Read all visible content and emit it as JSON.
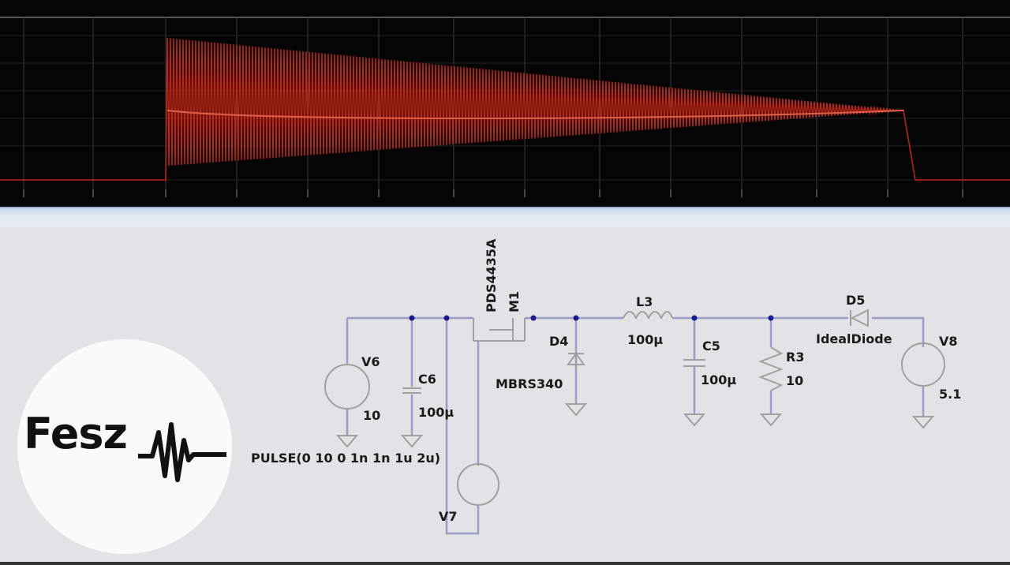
{
  "waveform": {
    "trace_color": "#d42a1a",
    "grid_color": "#3a3a3a",
    "background": "#050505"
  },
  "schematic": {
    "wire_color": "#9c9cc8",
    "junction_color": "#1a1a8c",
    "v6": {
      "name": "V6",
      "value": "10"
    },
    "c6": {
      "name": "C6",
      "value": "100µ"
    },
    "m1": {
      "name": "M1",
      "model": "PDS4435A"
    },
    "d4": {
      "name": "D4",
      "model": "MBRS340"
    },
    "l3": {
      "name": "L3",
      "value": "100µ"
    },
    "c5": {
      "name": "C5",
      "value": "100µ"
    },
    "r3": {
      "name": "R3",
      "value": "10"
    },
    "d5": {
      "name": "D5",
      "model": "IdealDiode"
    },
    "v8": {
      "name": "V8",
      "value": "5.1"
    },
    "v7": {
      "name": "V7",
      "value": "PULSE(0 10 0 1n 1n 1u 2u)"
    }
  },
  "logo": {
    "text": "Fesz"
  }
}
